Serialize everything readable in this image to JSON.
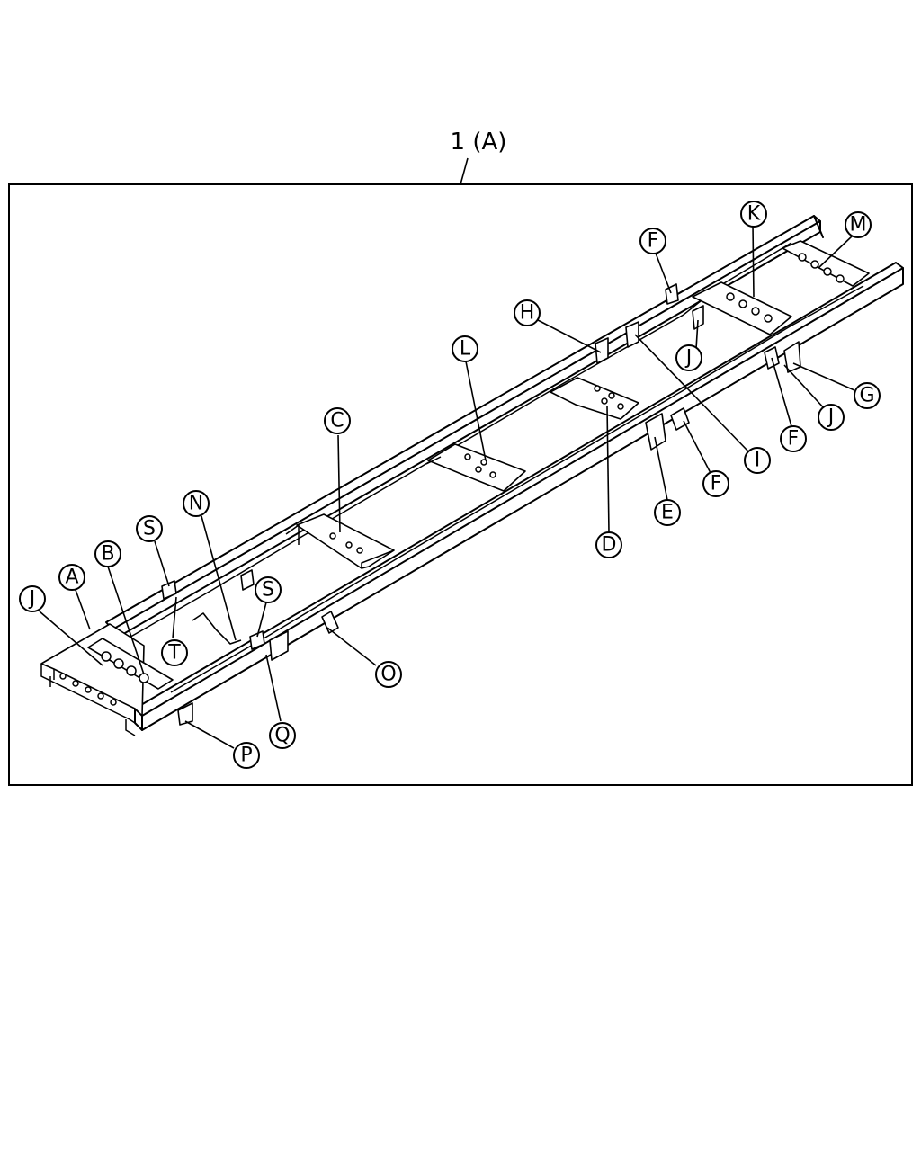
{
  "title": "1 (A)",
  "callouts": [
    {
      "id": "F1",
      "label": "F"
    },
    {
      "id": "K",
      "label": "K"
    },
    {
      "id": "M",
      "label": "M"
    },
    {
      "id": "H",
      "label": "H"
    },
    {
      "id": "L",
      "label": "L"
    },
    {
      "id": "J1",
      "label": "J"
    },
    {
      "id": "G",
      "label": "G"
    },
    {
      "id": "J2",
      "label": "J"
    },
    {
      "id": "F2",
      "label": "F"
    },
    {
      "id": "I",
      "label": "I"
    },
    {
      "id": "F3",
      "label": "F"
    },
    {
      "id": "C",
      "label": "C"
    },
    {
      "id": "E",
      "label": "E"
    },
    {
      "id": "D",
      "label": "D"
    },
    {
      "id": "N",
      "label": "N"
    },
    {
      "id": "S1",
      "label": "S"
    },
    {
      "id": "B",
      "label": "B"
    },
    {
      "id": "A",
      "label": "A"
    },
    {
      "id": "S2",
      "label": "S"
    },
    {
      "id": "J3",
      "label": "J"
    },
    {
      "id": "T",
      "label": "T"
    },
    {
      "id": "O",
      "label": "O"
    },
    {
      "id": "Q",
      "label": "Q"
    },
    {
      "id": "P",
      "label": "P"
    }
  ]
}
